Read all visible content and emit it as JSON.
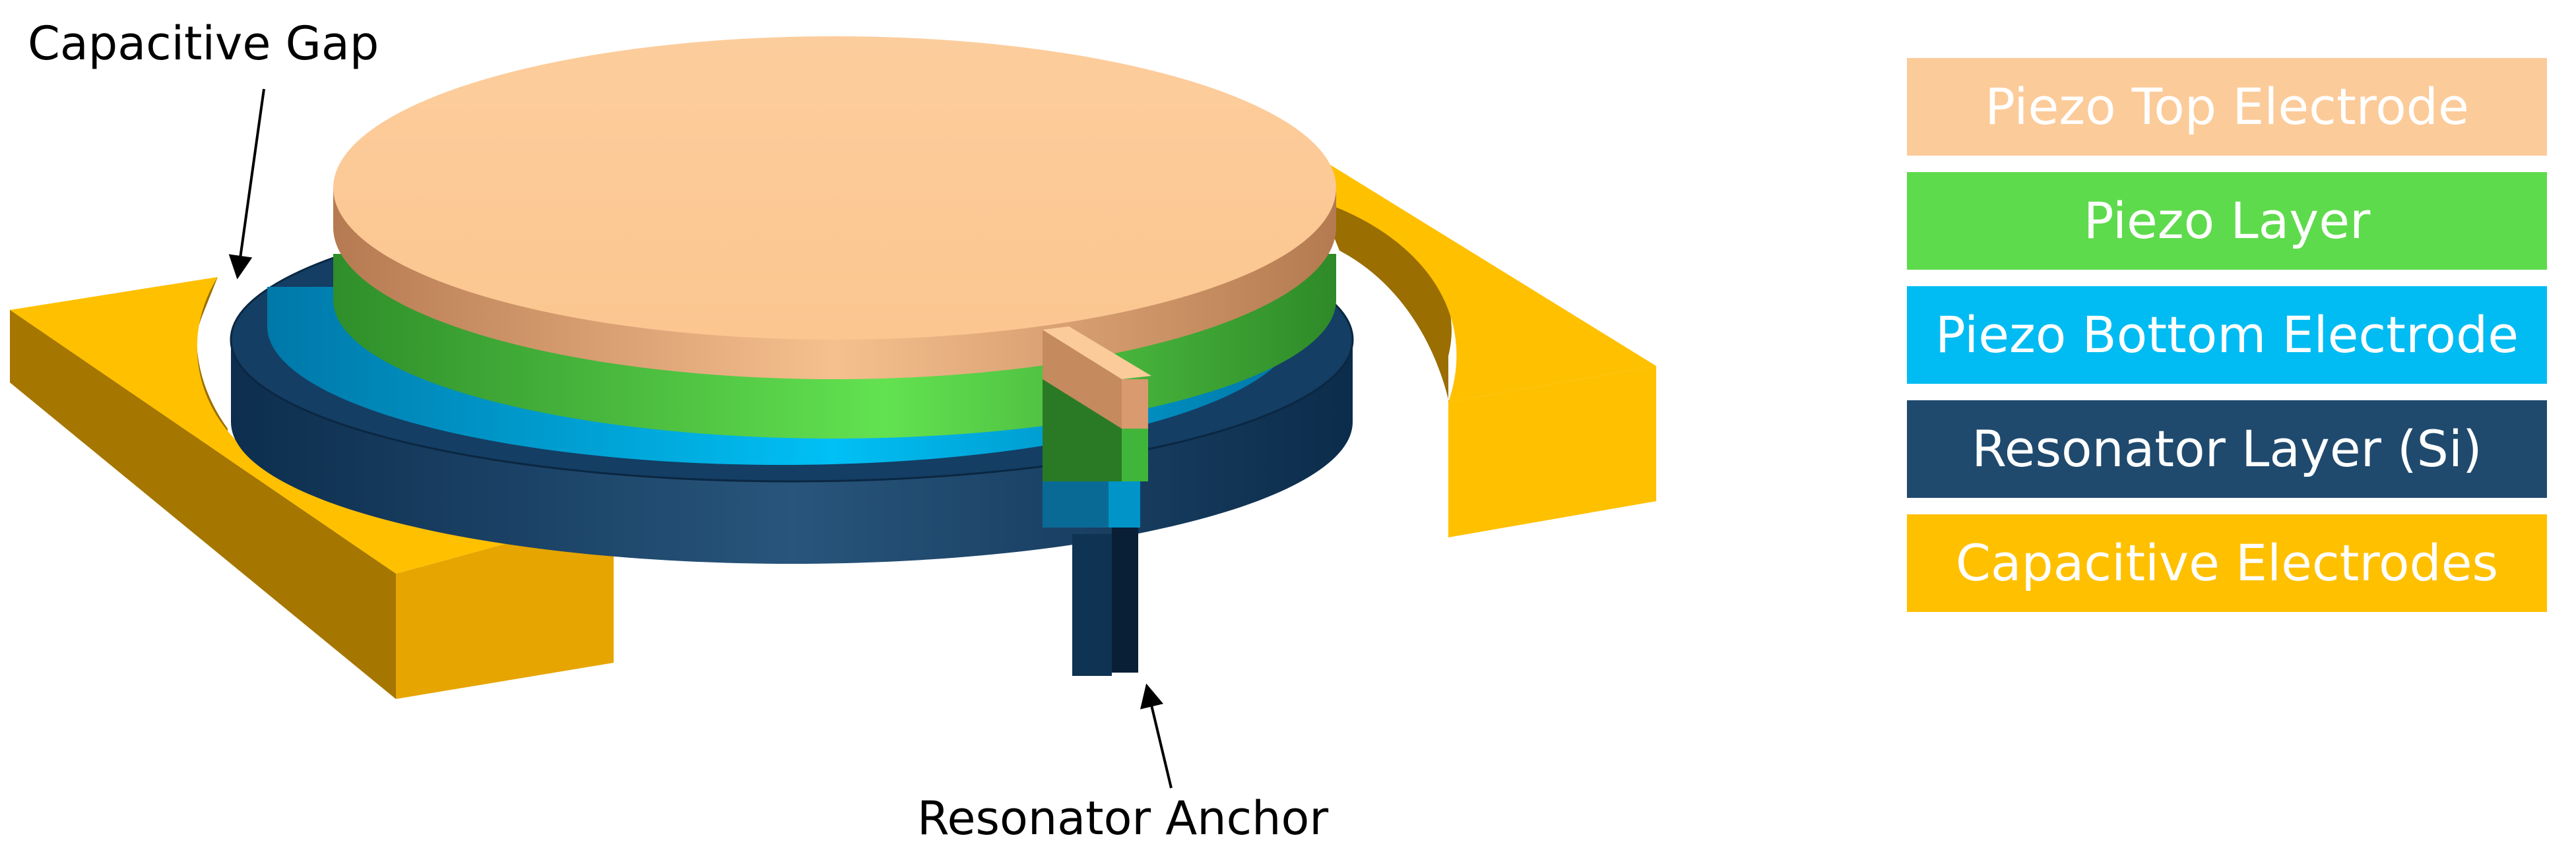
{
  "annotations": {
    "capacitive_gap": "Capacitive Gap",
    "resonator_anchor": "Resonator Anchor"
  },
  "legend": [
    {
      "label": "Piezo Top Electrode",
      "color": "#FCCB9A"
    },
    {
      "label": "Piezo Layer",
      "color": "#5EDB4C"
    },
    {
      "label": "Piezo Bottom Electrode",
      "color": "#00BCF2"
    },
    {
      "label": "Resonator Layer (Si)",
      "color": "#1F4A6E"
    },
    {
      "label": "Capacitive Electrodes",
      "color": "#FFC000"
    }
  ],
  "colors": {
    "electrode_top": "#FFC000",
    "electrode_front": "#E7A800",
    "electrode_inner": "#A27400",
    "resonator_top": "#16436A",
    "resonator_side": "#1C4A6F",
    "piezo_top": "#FCCB9A",
    "piezo_layer": "#5EDB4C",
    "piezo_bottom": "#00BCF2"
  }
}
